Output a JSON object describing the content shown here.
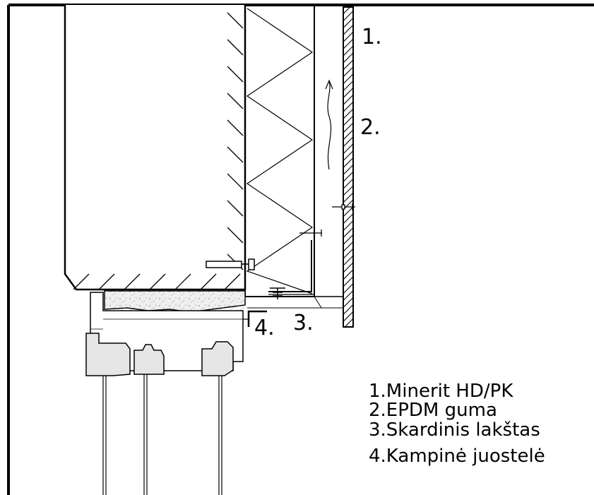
{
  "callouts": {
    "c1": "1.",
    "c2": "2.",
    "c3": "3.",
    "c4": "4."
  },
  "legend": {
    "items": [
      "1.Minerit HD/PK",
      "2.EPDM guma",
      "3.Skardinis lakštas",
      "4.Kampinė juostelė"
    ]
  },
  "colors": {
    "line": "#000000",
    "profile_fill": "#e6e6e6",
    "filler_fill": "#efefef",
    "background": "#ffffff"
  }
}
